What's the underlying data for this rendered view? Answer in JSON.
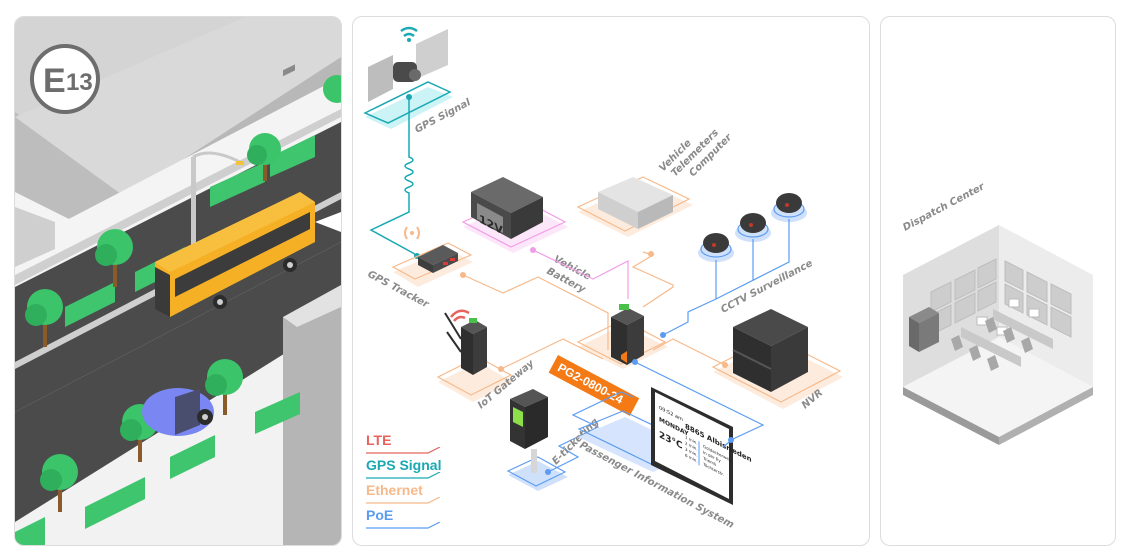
{
  "scene": {
    "route_badge": {
      "letter": "E",
      "number": "13"
    },
    "colors": {
      "lte": "#e8635b",
      "gps_signal": "#1aa9b3",
      "ethernet": "#f7b98a",
      "poe": "#5b9cf2",
      "power": "#f29ce8",
      "bus_yellow": "#f6b025",
      "tree_green": "#3cc46a",
      "road": "#4a4a4a",
      "tag_orange": "#f47a16"
    }
  },
  "devices": {
    "gps_satellite": {
      "label": "GPS Signal"
    },
    "gps_tracker": {
      "label": "GPS Tracker"
    },
    "vehicle_battery": {
      "label": "Vehicle Battery",
      "line1": "Vehicle",
      "line2": "Battery",
      "voltage": "12V"
    },
    "telemeters_computer": {
      "label": "Vehicle Telemeters Computer",
      "line1": "Vehicle",
      "line2": "Telemeters",
      "line3": "Computer"
    },
    "cctv": {
      "label": "CCTV Surveillance"
    },
    "iot_gateway": {
      "label": "IoT Gateway"
    },
    "switch": {
      "model": "PG2-0800-24"
    },
    "nvr": {
      "label": "NVR"
    },
    "e_ticketing": {
      "label": "E-ticketing"
    },
    "pis": {
      "label": "Passenger Information System",
      "screen": {
        "time": "09:52 am",
        "day": "MONDAY",
        "temp": "23°C",
        "route": "8865 Albisrieden",
        "times": [
          "1 min.",
          "2 min.",
          "3 min.",
          "6 min."
        ],
        "stops": [
          "Goldackerweg",
          "In der Ey",
          "Triemli",
          "Töchterstr."
        ]
      }
    }
  },
  "dispatch": {
    "label": "Dispatch Center"
  },
  "legend": [
    {
      "label": "LTE",
      "color": "#e8635b"
    },
    {
      "label": "GPS Signal",
      "color": "#1aa9b3"
    },
    {
      "label": "Ethernet",
      "color": "#f7b98a"
    },
    {
      "label": "PoE",
      "color": "#5b9cf2"
    }
  ]
}
